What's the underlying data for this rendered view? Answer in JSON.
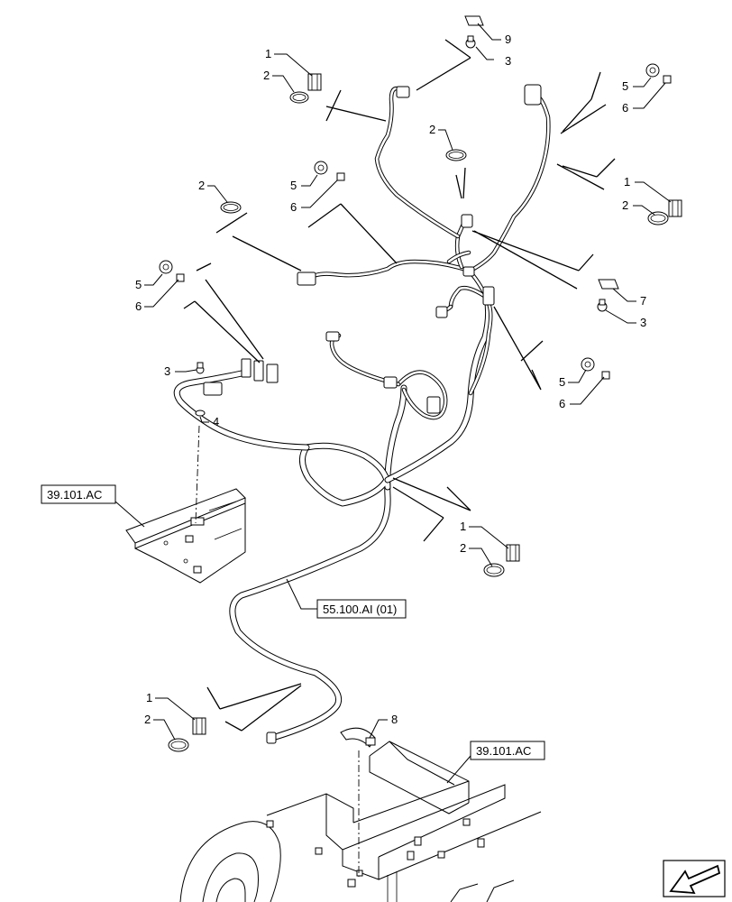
{
  "callouts": [
    {
      "label": "1"
    },
    {
      "label": "2"
    },
    {
      "label": "9"
    },
    {
      "label": "3"
    },
    {
      "label": "5"
    },
    {
      "label": "6"
    },
    {
      "label": "2"
    },
    {
      "label": "5"
    },
    {
      "label": "6"
    },
    {
      "label": "2"
    },
    {
      "label": "1"
    },
    {
      "label": "2"
    },
    {
      "label": "5"
    },
    {
      "label": "6"
    },
    {
      "label": "7"
    },
    {
      "label": "3"
    },
    {
      "label": "3"
    },
    {
      "label": "4"
    },
    {
      "label": "5"
    },
    {
      "label": "6"
    },
    {
      "label": "1"
    },
    {
      "label": "2"
    },
    {
      "label": "1"
    },
    {
      "label": "2"
    },
    {
      "label": "8"
    }
  ],
  "refs": {
    "frame_left": "39.101.AC",
    "harness": "55.100.AI (01)",
    "frame_bottom": "39.101.AC"
  },
  "nav_icon": "arrow-left-icon"
}
